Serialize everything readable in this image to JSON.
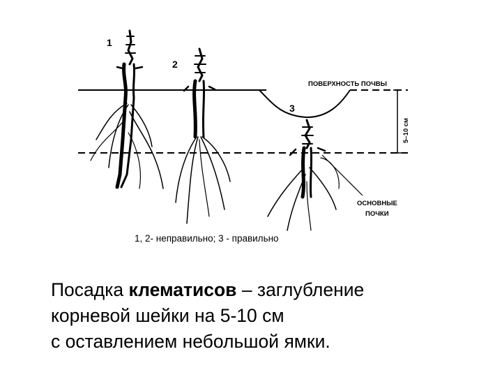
{
  "diagram": {
    "labels": {
      "plant1": "1",
      "plant2": "2",
      "plant3": "3",
      "soil_surface": "ПОВЕРХНОСТЬ ПОЧВЫ",
      "depth": "5–10 см",
      "main_buds_line1": "ОСНОВНЫЕ",
      "main_buds_line2": "ПОЧКИ"
    },
    "caption": "1, 2- неправильно; 3 - правильно"
  },
  "text": {
    "line1_prefix": "Посадка ",
    "line1_bold": "клематисов",
    "line1_suffix": " – заглубление",
    "line2": "корневой шейки на 5-10 см",
    "line3": "с оставлением небольшой ямки."
  }
}
